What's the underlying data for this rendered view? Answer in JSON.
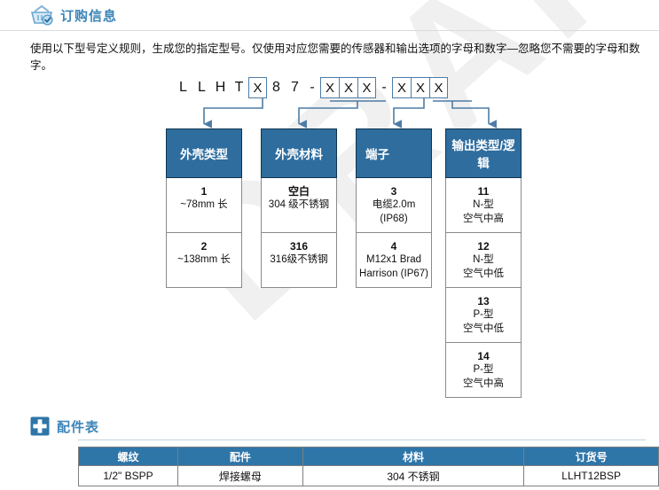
{
  "ordering": {
    "icon": "shopping-basket-check-icon",
    "title": "订购信息",
    "intro": "使用以下型号定义规则，生成您的指定型号。仅使用对应您需要的传感器和输出选项的字母和数字—忽略您不需要的字母和数字。",
    "part_number": {
      "prefix": [
        "L",
        "L",
        "H",
        "T"
      ],
      "box1": "X",
      "mid": [
        "8",
        "7"
      ],
      "dash1": "-",
      "group2": [
        "X",
        "X",
        "X"
      ],
      "dash2": "-",
      "group3": [
        "X",
        "X",
        "X"
      ]
    },
    "columns": [
      {
        "header": "外壳类型",
        "options": [
          {
            "code": "1",
            "desc": "~78mm 长"
          },
          {
            "code": "2",
            "desc": "~138mm 长"
          }
        ]
      },
      {
        "header": "外壳材料",
        "options": [
          {
            "code": "空白",
            "desc": "304 级不锈钢"
          },
          {
            "code": "316",
            "desc": "316级不锈钢"
          }
        ]
      },
      {
        "header": "端子",
        "options": [
          {
            "code": "3",
            "desc": "电缆2.0m\n(IP68)"
          },
          {
            "code": "4",
            "desc": "M12x1 Brad\nHarrison (IP67)"
          }
        ]
      },
      {
        "header": "输出类型/逻辑",
        "options": [
          {
            "code": "11",
            "desc": "N-型\n空气中高"
          },
          {
            "code": "12",
            "desc": "N-型\n空气中低"
          },
          {
            "code": "13",
            "desc": "P-型\n空气中低"
          },
          {
            "code": "14",
            "desc": "P-型\n空气中高"
          }
        ]
      }
    ]
  },
  "accessories": {
    "icon": "plus-square-icon",
    "title": "配件表",
    "headers": [
      "螺纹",
      "配件",
      "材料",
      "订货号"
    ],
    "rows": [
      [
        "1/2\" BSPP",
        "焊接螺母",
        "304 不锈钢",
        "LLHT12BSP"
      ]
    ]
  },
  "watermark": {
    "text": "DRAFT"
  },
  "colors": {
    "header_blue": "#2e6d9e",
    "title_blue": "#3d85b8",
    "table_header_blue": "#2e75a8",
    "connector_blue": "#4e7ca6",
    "cell_border": "#8a8a8a"
  }
}
